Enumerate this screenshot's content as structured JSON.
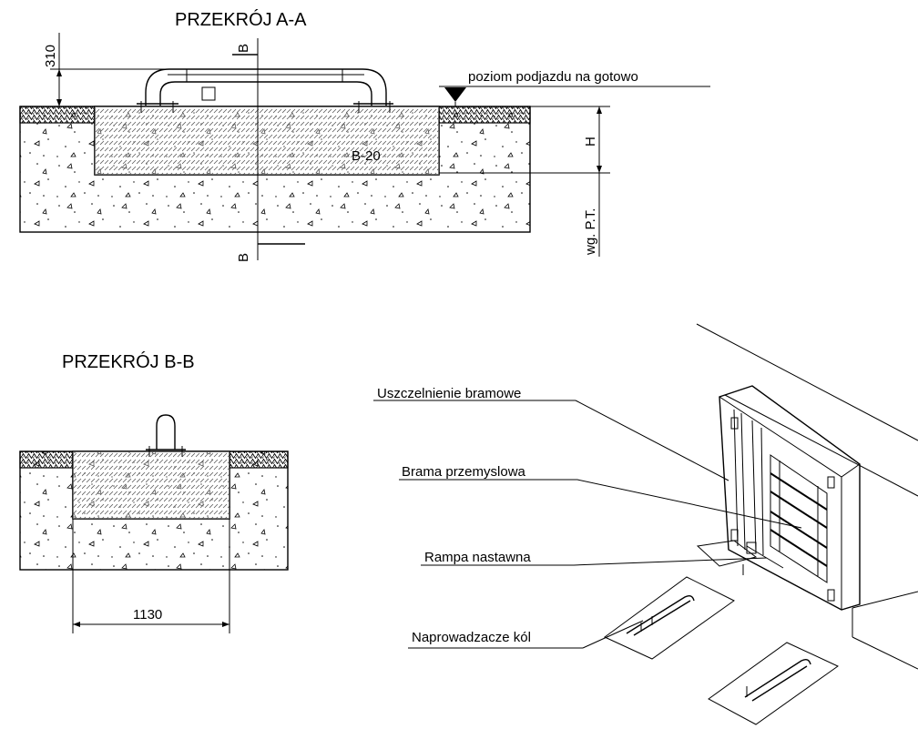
{
  "section_aa": {
    "title": "PRZEKRÓJ A-A",
    "cut_label_top": "B",
    "cut_label_bottom": "B",
    "dim_310": "310",
    "level_label": "poziom podjazdu na gotowo",
    "dim_h": "H",
    "dim_pt": "wg. P.T.",
    "concrete_class": "B-20"
  },
  "section_bb": {
    "title": "PRZEKRÓJ B-B",
    "dim_width": "1130"
  },
  "isometric": {
    "label_seal": "Uszczelnienie bramowe",
    "label_gate": "Brama przemyslowa",
    "label_ramp": "Rampa nastawna",
    "label_guides": "Naprowadzacze kól"
  },
  "colors": {
    "ink": "#000000",
    "background": "#ffffff"
  }
}
